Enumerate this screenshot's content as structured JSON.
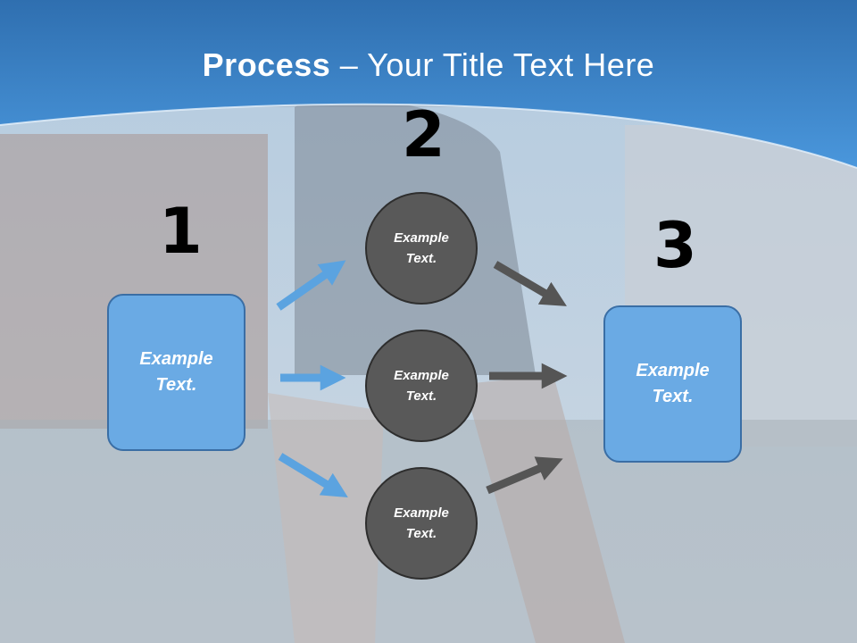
{
  "slide": {
    "title_bold": "Process",
    "title_rest": " – Your Title Text Here",
    "colors": {
      "header_blue": "#3d86cc",
      "box_blue": "#6aaae4",
      "circle_gray": "#595959",
      "arrow_blue": "#5ba3e0",
      "arrow_gray": "#555555"
    }
  },
  "steps": {
    "num1": "1",
    "num2": "2",
    "num3": "3"
  },
  "left_box": {
    "text": "Example Text."
  },
  "right_box": {
    "text": "Example Text."
  },
  "circles": [
    {
      "text": "Example Text."
    },
    {
      "text": "Example Text."
    },
    {
      "text": "Example Text."
    }
  ]
}
